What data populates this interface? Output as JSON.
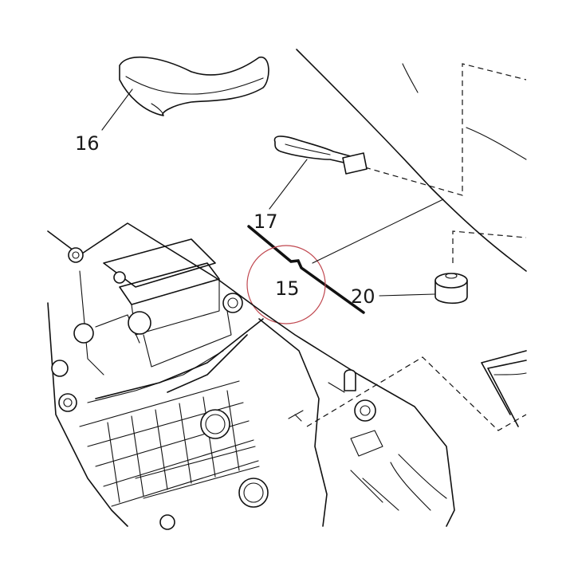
{
  "diagram": {
    "callouts": [
      {
        "id": "16",
        "label": "16"
      },
      {
        "id": "17",
        "label": "17"
      },
      {
        "id": "15",
        "label": "15"
      },
      {
        "id": "20",
        "label": "20"
      }
    ],
    "highlight_color": "#c0474f",
    "line_color": "#111111"
  }
}
